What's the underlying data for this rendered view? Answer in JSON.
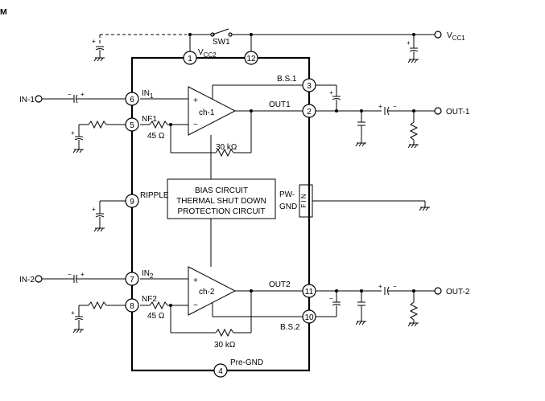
{
  "corner_mark": "M",
  "vcc1": {
    "main": "V",
    "sub": "CC1"
  },
  "vcc2": {
    "main": "V",
    "sub": "CC2"
  },
  "sw1": "SW1",
  "pins": {
    "p1": "1",
    "p2": "2",
    "p3": "3",
    "p4": "4",
    "p5": "5",
    "p6": "6",
    "p7": "7",
    "p8": "8",
    "p9": "9",
    "p10": "10",
    "p11": "11",
    "p12": "12"
  },
  "labels": {
    "in1_main": "IN",
    "in1_sub": "1",
    "in2_main": "IN",
    "in2_sub": "2",
    "nf1": "NF1",
    "nf2": "NF2",
    "bs1": "B.S.1",
    "bs2": "B.S.2",
    "out1_int": "OUT1",
    "out2_int": "OUT2",
    "ripple": "RIPPLE",
    "pwgnd_1": "PW-",
    "pwgnd_2": "GND",
    "fin": "F I N",
    "pregnd": "Pre-GND",
    "r45_1": "45 Ω",
    "r45_2": "45 Ω",
    "r30k_1": "30 kΩ",
    "r30k_2": "30 kΩ",
    "ch1": "ch-1",
    "ch2": "ch-2",
    "plus": "+",
    "minus": "−"
  },
  "terminals": {
    "in1": "IN-1",
    "in2": "IN-2",
    "out1": "OUT-1",
    "out2": "OUT-2"
  },
  "center_block": {
    "line1": "BIAS CIRCUIT",
    "line2": "THERMAL SHUT DOWN",
    "line3": "PROTECTION CIRCUIT"
  }
}
